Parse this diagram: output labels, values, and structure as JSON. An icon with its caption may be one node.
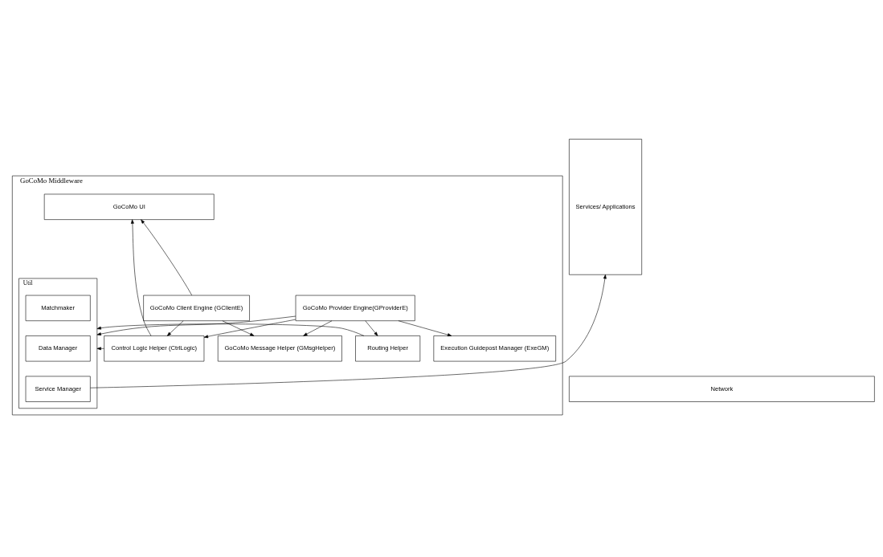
{
  "diagram": {
    "nodes": [
      {
        "text": [
          "GoCoMo Middleware"
        ]
      },
      {
        "text": [
          "GoCoMo UI"
        ],
        "in": 0
      },
      {
        "text": [
          "GoCoMo Client Engine (GClientE)"
        ],
        "in": 0
      },
      {
        "text": [
          "Control Logic Helper (CtrlLogic)"
        ],
        "in": 0
      },
      {
        "text": [
          "Util"
        ],
        "in": 0
      },
      {
        "text": [
          "Matchmaker"
        ],
        "in": 4
      },
      {
        "text": [
          "Data Manager"
        ],
        "in": 4
      },
      {
        "text": [
          "Service Manager"
        ],
        "in": 4
      },
      {
        "text": [
          "GoCoMo Message Helper (GMsgHelper)"
        ],
        "in": 0
      },
      {
        "text": [
          "GoCoMo Provider Engine(GProviderE)"
        ],
        "in": 0
      },
      {
        "text": [
          "Execution Guidepost Manager (ExeGM)"
        ],
        "in": 0
      },
      {
        "text": [
          "Routing Helper"
        ],
        "in": 0
      },
      {
        "text": [
          "Services/ Applications"
        ]
      },
      {
        "text": [
          "Network"
        ]
      }
    ],
    "edges": [
      {
        "from": 2,
        "to": 1,
        "arrow": "to"
      },
      {
        "from": 3,
        "to": 1,
        "arrow": "to"
      },
      {
        "from": 2,
        "to": 3,
        "arrow": "to"
      },
      {
        "from": 3,
        "to": 4,
        "arrow": "to"
      },
      {
        "from": 2,
        "to": 8,
        "arrow": "to"
      },
      {
        "from": 9,
        "to": 3,
        "arrow": "to"
      },
      {
        "from": 9,
        "to": 8,
        "arrow": "to"
      },
      {
        "from": 9,
        "to": 4,
        "arrow": "to"
      },
      {
        "from": 9,
        "to": 10,
        "arrow": "to"
      },
      {
        "from": 9,
        "to": 11,
        "arrow": "to"
      },
      {
        "from": 11,
        "to": 4,
        "arrow": "to"
      },
      {
        "from": 7,
        "to": 12,
        "arrow": "to"
      }
    ]
  }
}
